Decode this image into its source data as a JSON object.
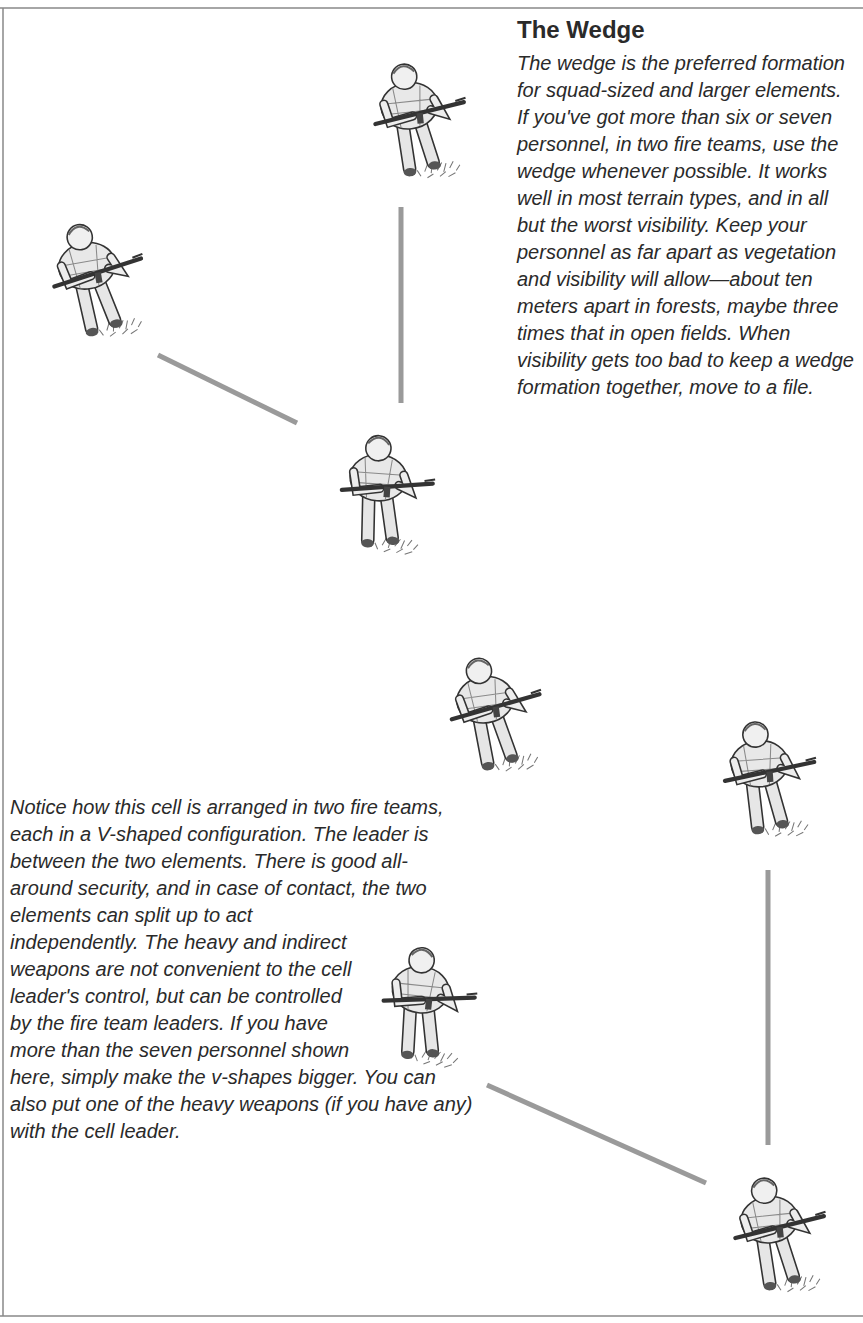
{
  "diagram": {
    "title": "The Wedge",
    "labels": [
      "The wedge is the preferred formation for squad-sized and larger elements. If you've got more than six or seven personnel, in two fire teams, use the wedge whenever possible. It works well in most terrain types, and in all but the worst visibility. Keep your personnel as far apart as vegetation and visibility will allow—about ten meters apart in forests, maybe three times that in open fields. When visibility gets too bad to keep a wedge formation together, move to a file.",
      "Notice how this cell is arranged in two fire teams, each in a V-shaped configuration. The leader is between the two elements. There is good all-around security, and in case of contact, the two elements can split up to act independently. The heavy and indirect weapons are not convenient to the cell leader's control, but can be controlled by the fire team leaders. If you have more than the seven personnel shown here, simply make the v-shapes bigger. You can also put one of the heavy weapons (if you have any) with the cell leader."
    ]
  }
}
